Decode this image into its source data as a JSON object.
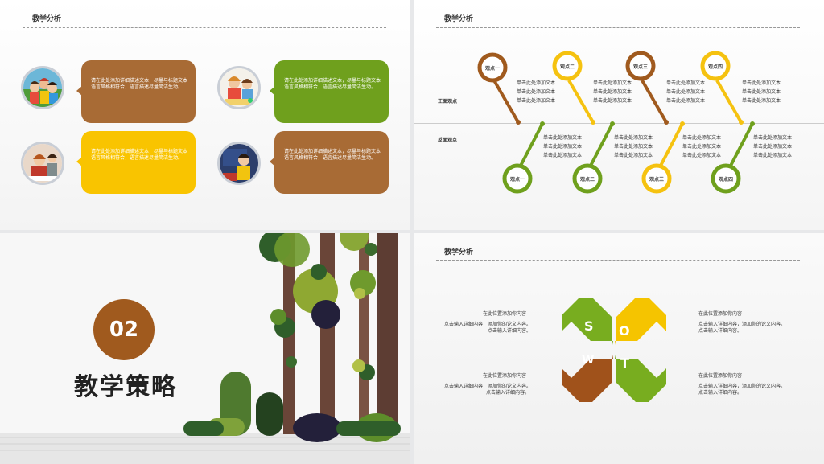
{
  "slide1": {
    "title": "教学分析",
    "boxes": [
      {
        "text": "请在此处添加详细描述文本，尽量与标题文本语言风格相符合，语言描述尽量简洁生动。",
        "color": "#a86b35"
      },
      {
        "text": "请在此处添加详细描述文本，尽量与标题文本语言风格相符合，语言描述尽量简洁生动。",
        "color": "#6fa01d"
      },
      {
        "text": "请在此处添加详细描述文本，尽量与标题文本语言风格相符合，语言描述尽量简洁生动。",
        "color": "#f9c400"
      },
      {
        "text": "请在此处添加详细描述文本，尽量与标题文本语言风格相符合，语言描述尽量简洁生动。",
        "color": "#a86b35"
      }
    ]
  },
  "slide2": {
    "title": "教学分析",
    "positive_label": "正面观点",
    "negative_label": "反面观点",
    "top_pins": [
      {
        "label": "观点一",
        "color": "#a05a1e"
      },
      {
        "label": "观点二",
        "color": "#f5c210"
      },
      {
        "label": "观点三",
        "color": "#a05a1e"
      },
      {
        "label": "观点四",
        "color": "#f5c210"
      }
    ],
    "bottom_pins": [
      {
        "label": "观点一",
        "color": "#6fa01d"
      },
      {
        "label": "观点二",
        "color": "#6fa01d"
      },
      {
        "label": "观点三",
        "color": "#f5c210"
      },
      {
        "label": "观点四",
        "color": "#6fa01d"
      }
    ],
    "item_text": "单击此处添加文本"
  },
  "slide3": {
    "number": "02",
    "title": "教学策略"
  },
  "slide4": {
    "title": "教学分析",
    "blocks": [
      {
        "head": "在此位置添加你内容",
        "line1": "点击输入详细内容，添加你的论文内容。",
        "line2": "点击输入详细内容。"
      },
      {
        "head": "在此位置添加你内容",
        "line1": "点击输入详细内容，添加你的论文内容。",
        "line2": "点击输入详细内容。"
      },
      {
        "head": "在此位置添加你内容",
        "line1": "点击输入详细内容，添加你的论文内容。",
        "line2": "点击输入详细内容。"
      },
      {
        "head": "在此位置添加你内容",
        "line1": "点击输入详细内容，添加你的论文内容。",
        "line2": "点击输入详细内容。"
      }
    ],
    "swot": {
      "s": "S",
      "o": "O",
      "w": "W",
      "t": "T"
    },
    "colors": {
      "green": "#78ad1f",
      "yellow": "#f5c400",
      "brown": "#a0521b"
    }
  }
}
